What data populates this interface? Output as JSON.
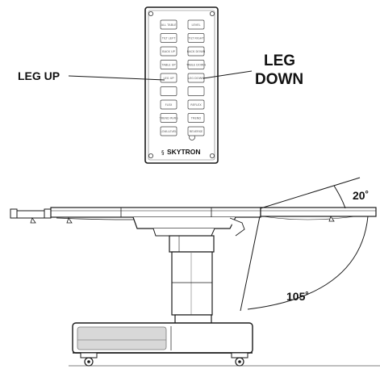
{
  "labels": {
    "leg_up": "LEG UP",
    "leg_down_line1": "LEG",
    "leg_down_line2": "DOWN",
    "angle_upper": "20˚",
    "angle_lower": "105˚"
  },
  "remote": {
    "brand": "SKYTRON",
    "buttons_left": [
      "ALL TABLE",
      "TILT LEFT",
      "BACK UP",
      "TABLE UP",
      "LEG UP",
      "",
      "FLEX",
      "TREND RVRS",
      "LOW-LEVEL"
    ],
    "buttons_right": [
      "LEVEL",
      "TILT RIGHT",
      "BACK DOWN",
      "TABLE DOWN",
      "LEG DOWN",
      "",
      "REFLEX",
      "TREND",
      "REVERSE"
    ]
  },
  "colors": {
    "ink": "#1a1a1a",
    "grey": "#8a8a8a"
  }
}
